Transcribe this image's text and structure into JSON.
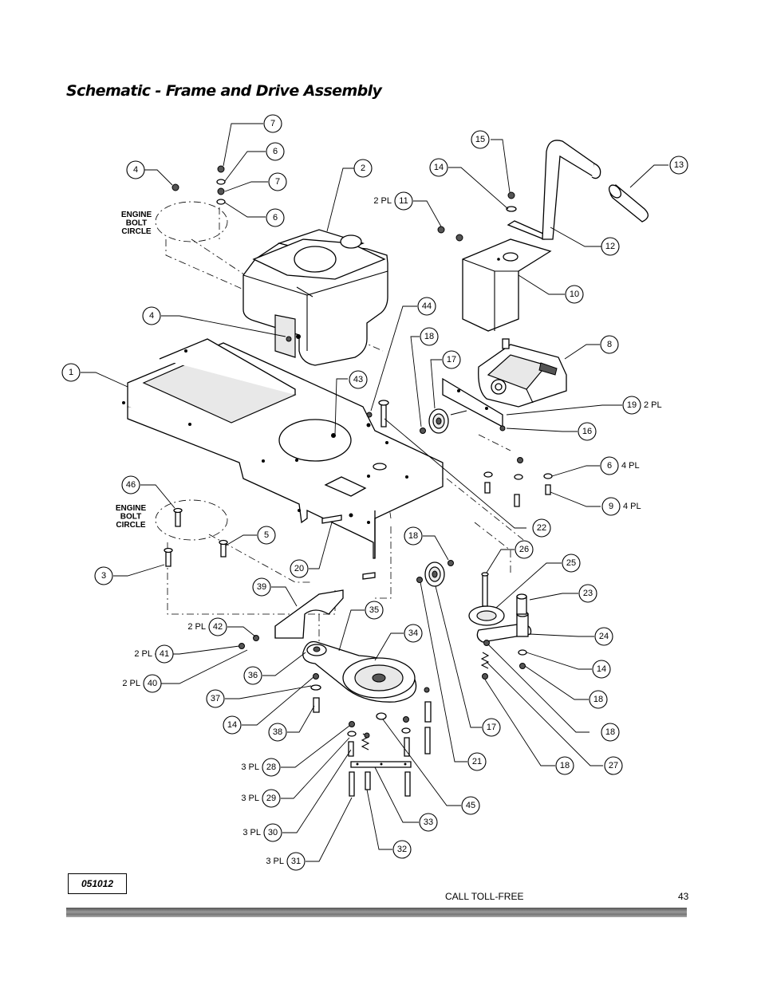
{
  "page": {
    "title": "Schematic - Frame and Drive Assembly",
    "doc_code": "051012",
    "footer_text": "CALL TOLL-FREE",
    "page_number": "43"
  },
  "diagram": {
    "notes": [
      {
        "id": "engine-bolt-circle-top",
        "lines": [
          "ENGINE",
          "BOLT",
          "CIRCLE"
        ]
      },
      {
        "id": "engine-bolt-circle-bottom",
        "lines": [
          "ENGINE",
          "BOLT",
          "CIRCLE"
        ]
      }
    ],
    "callouts": [
      {
        "n": "7",
        "q": ""
      },
      {
        "n": "6",
        "q": ""
      },
      {
        "n": "7",
        "q": ""
      },
      {
        "n": "6",
        "q": ""
      },
      {
        "n": "4",
        "q": ""
      },
      {
        "n": "2",
        "q": ""
      },
      {
        "n": "15",
        "q": ""
      },
      {
        "n": "14",
        "q": ""
      },
      {
        "n": "13",
        "q": ""
      },
      {
        "n": "11",
        "q": "2 PL"
      },
      {
        "n": "12",
        "q": ""
      },
      {
        "n": "10",
        "q": ""
      },
      {
        "n": "4",
        "q": ""
      },
      {
        "n": "44",
        "q": ""
      },
      {
        "n": "18",
        "q": ""
      },
      {
        "n": "17",
        "q": ""
      },
      {
        "n": "8",
        "q": ""
      },
      {
        "n": "1",
        "q": ""
      },
      {
        "n": "43",
        "q": ""
      },
      {
        "n": "19",
        "q": "2 PL"
      },
      {
        "n": "16",
        "q": ""
      },
      {
        "n": "6",
        "q": "4 PL"
      },
      {
        "n": "9",
        "q": "4 PL"
      },
      {
        "n": "46",
        "q": ""
      },
      {
        "n": "22",
        "q": ""
      },
      {
        "n": "5",
        "q": ""
      },
      {
        "n": "18",
        "q": ""
      },
      {
        "n": "26",
        "q": ""
      },
      {
        "n": "3",
        "q": ""
      },
      {
        "n": "20",
        "q": ""
      },
      {
        "n": "25",
        "q": ""
      },
      {
        "n": "39",
        "q": ""
      },
      {
        "n": "23",
        "q": ""
      },
      {
        "n": "35",
        "q": ""
      },
      {
        "n": "42",
        "q": "2 PL"
      },
      {
        "n": "34",
        "q": ""
      },
      {
        "n": "24",
        "q": ""
      },
      {
        "n": "41",
        "q": "2 PL"
      },
      {
        "n": "14",
        "q": ""
      },
      {
        "n": "36",
        "q": ""
      },
      {
        "n": "40",
        "q": "2 PL"
      },
      {
        "n": "37",
        "q": ""
      },
      {
        "n": "18",
        "q": ""
      },
      {
        "n": "14",
        "q": ""
      },
      {
        "n": "38",
        "q": ""
      },
      {
        "n": "17",
        "q": ""
      },
      {
        "n": "18",
        "q": ""
      },
      {
        "n": "21",
        "q": ""
      },
      {
        "n": "18",
        "q": ""
      },
      {
        "n": "27",
        "q": ""
      },
      {
        "n": "28",
        "q": "3 PL"
      },
      {
        "n": "29",
        "q": "3 PL"
      },
      {
        "n": "45",
        "q": ""
      },
      {
        "n": "33",
        "q": ""
      },
      {
        "n": "30",
        "q": "3 PL"
      },
      {
        "n": "32",
        "q": ""
      },
      {
        "n": "31",
        "q": "3 PL"
      }
    ]
  }
}
